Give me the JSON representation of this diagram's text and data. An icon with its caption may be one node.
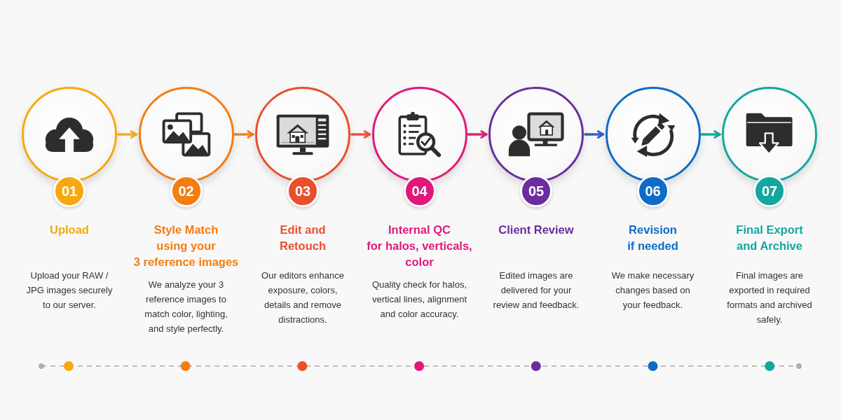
{
  "diagram": {
    "nodes": [
      {
        "text": [
          "01",
          "Upload",
          "Upload your RAW / JPG images securely to our server."
        ]
      },
      {
        "text": [
          "02",
          "Style Match using your 3 reference images",
          "We analyze your 3 reference images to match color, lighting, and style perfectly."
        ]
      },
      {
        "text": [
          "03",
          "Edit and Retouch",
          "Our editors enhance exposure, colors, details and remove distractions."
        ]
      },
      {
        "text": [
          "04",
          "Internal QC for halos, verticals, color",
          "Quality check for halos, vertical lines, alignment and color accuracy."
        ]
      },
      {
        "text": [
          "05",
          "Client Review",
          "Edited images are delivered for your review and feedback."
        ]
      },
      {
        "text": [
          "06",
          "Revision if needed",
          "We make necessary changes based on your feedback."
        ]
      },
      {
        "text": [
          "07",
          "Final Export and Archive",
          "Final images are exported in required formats and archived safely."
        ]
      }
    ],
    "edges": [
      {
        "from": 0,
        "to": 1,
        "arrow": "to",
        "color": "#f5ad1b"
      },
      {
        "from": 1,
        "to": 2,
        "arrow": "to",
        "color": "#f5821c"
      },
      {
        "from": 2,
        "to": 3,
        "arrow": "to",
        "color": "#e9553a"
      },
      {
        "from": 3,
        "to": 4,
        "arrow": "to",
        "color": "#e0237a"
      },
      {
        "from": 4,
        "to": 5,
        "arrow": "to",
        "color": "#2f5fcc"
      },
      {
        "from": 5,
        "to": 6,
        "arrow": "to",
        "color": "#1aa89e"
      }
    ]
  }
}
